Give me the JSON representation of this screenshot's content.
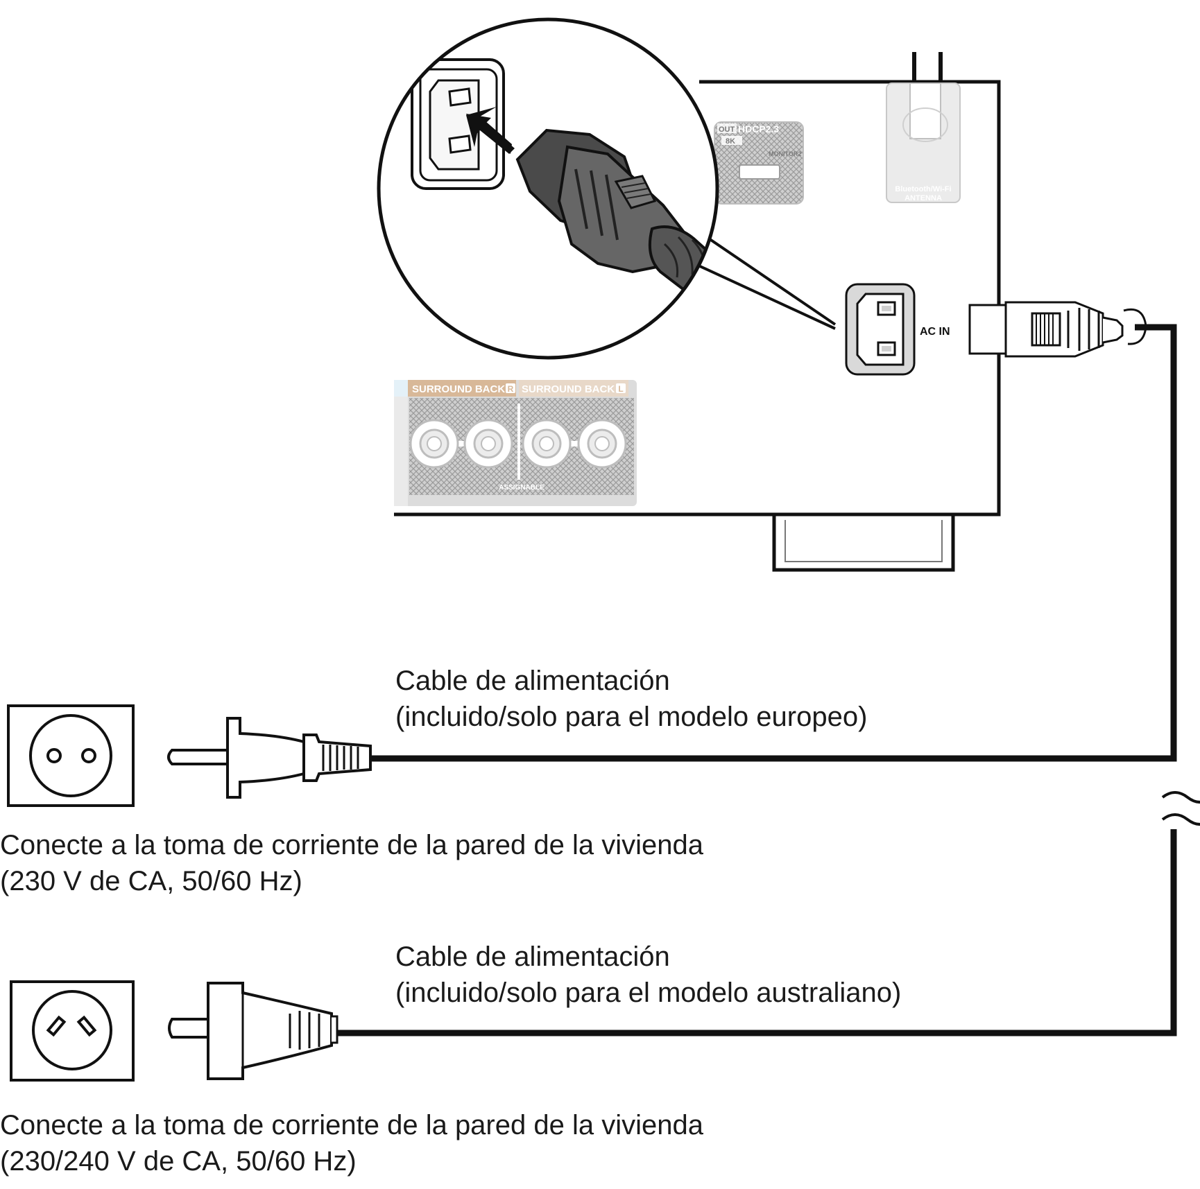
{
  "panel": {
    "hdmi_out_label": "OUT",
    "hdcp_label": "HDCP2.3",
    "eightk_label": "8K",
    "monitor_label": "MONITOR2",
    "antenna_label_line1": "Bluetooth/Wi-Fi",
    "antenna_label_line2": "ANTENNA",
    "surround_back_r": "SURROUND BACK",
    "surround_back_r_badge": "R",
    "surround_back_l": "SURROUND BACK",
    "surround_back_l_badge": "L",
    "assignable_label": "ASSIGNABLE",
    "ac_in_label": "AC IN"
  },
  "eu": {
    "cable_line1": "Cable de alimentación",
    "cable_line2": "(incluido/solo para el modelo europeo)",
    "outlet_line1": "Conecte a la toma de corriente de la pared de la vivienda",
    "outlet_line2": "(230 V de CA, 50/60 Hz)"
  },
  "au": {
    "cable_line1": "Cable de alimentación",
    "cable_line2": "(incluido/solo para el modelo australiano)",
    "outlet_line1": "Conecte a la toma de corriente de la pared de la vivienda",
    "outlet_line2": "(230/240 V de CA, 50/60 Hz)"
  },
  "colors": {
    "line": "#111111",
    "panel_gray": "#c9c9c9",
    "label_tan": "#d8b898"
  }
}
